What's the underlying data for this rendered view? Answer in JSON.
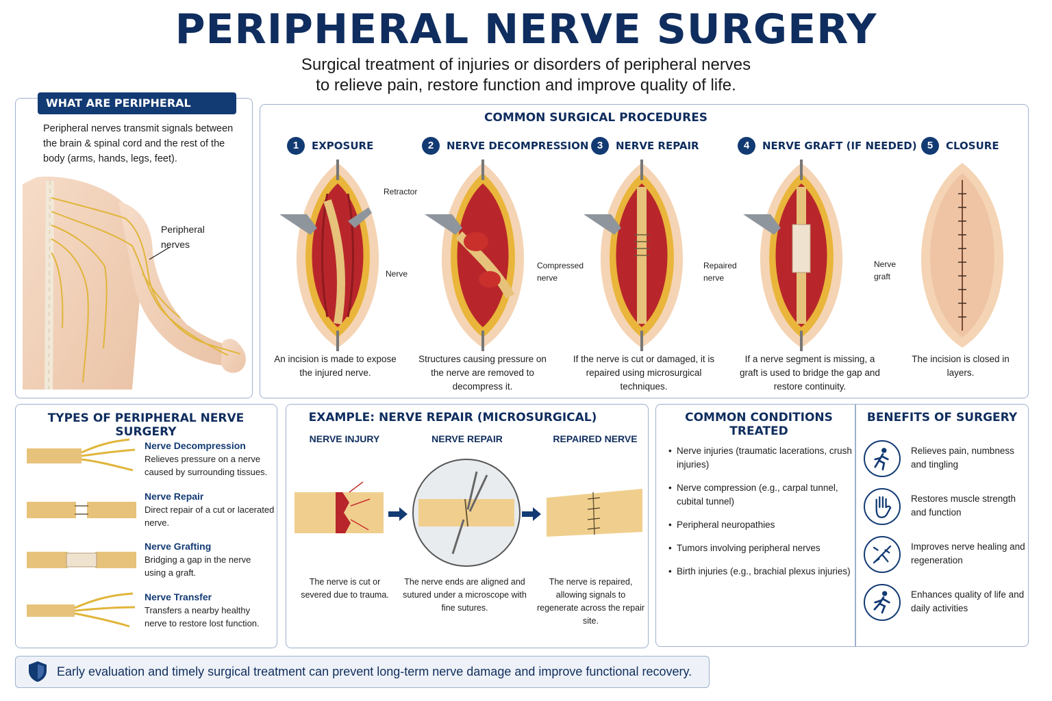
{
  "header": {
    "title": "PERIPHERAL NERVE SURGERY",
    "subtitle_line1": "Surgical treatment of injuries or disorders of peripheral nerves",
    "subtitle_line2": "to relieve pain, restore function and improve quality of life."
  },
  "what": {
    "heading": "WHAT ARE PERIPHERAL NERVES?",
    "text": "Peripheral nerves transmit signals between the brain & spinal cord and the rest of the body (arms, hands, legs, feet).",
    "callout_line1": "Peripheral",
    "callout_line2": "nerves"
  },
  "procedures": {
    "heading": "COMMON SURGICAL PROCEDURES",
    "steps": [
      {
        "num": "1",
        "label": "EXPOSURE",
        "desc": "An incision is made to expose the injured nerve."
      },
      {
        "num": "2",
        "label": "NERVE DECOMPRESSION",
        "desc": "Structures causing pressure on the nerve are removed to decompress it."
      },
      {
        "num": "3",
        "label": "NERVE REPAIR",
        "desc": "If the nerve is cut or damaged, it is repaired using microsurgical techniques."
      },
      {
        "num": "4",
        "label": "NERVE GRAFT (IF NEEDED)",
        "desc": "If a nerve segment is missing, a graft is used to bridge the gap and restore continuity."
      },
      {
        "num": "5",
        "label": "CLOSURE",
        "desc": "The incision is closed in layers."
      }
    ],
    "labels": {
      "retractor": "Retractor",
      "nerve": "Nerve",
      "compressed_1": "Compressed",
      "compressed_2": "nerve",
      "repaired_1": "Repaired",
      "repaired_2": "nerve",
      "graft_1": "Nerve",
      "graft_2": "graft"
    }
  },
  "types": {
    "heading": "TYPES OF PERIPHERAL NERVE SURGERY",
    "items": [
      {
        "name": "Nerve Decompression",
        "desc": "Relieves pressure on a nerve caused by surrounding tissues."
      },
      {
        "name": "Nerve Repair",
        "desc": "Direct repair of a cut or lacerated nerve."
      },
      {
        "name": "Nerve Grafting",
        "desc": "Bridging a gap in the nerve using a graft."
      },
      {
        "name": "Nerve Transfer",
        "desc": "Transfers a nearby healthy nerve to restore lost function."
      }
    ]
  },
  "example": {
    "heading": "EXAMPLE: NERVE REPAIR (MICROSURGICAL)",
    "stages": [
      {
        "label": "NERVE INJURY",
        "desc": "The nerve is cut or severed due to trauma."
      },
      {
        "label": "NERVE REPAIR",
        "desc": "The nerve ends are aligned and sutured under a microscope with fine sutures."
      },
      {
        "label": "REPAIRED NERVE",
        "desc": "The nerve is repaired, allowing signals to regenerate across the repair site."
      }
    ]
  },
  "conditions": {
    "heading": "COMMON CONDITIONS TREATED",
    "items": [
      "Nerve injuries (traumatic lacerations, crush injuries)",
      "Nerve compression (e.g., carpal tunnel, cubital tunnel)",
      "Peripheral neuropathies",
      "Tumors involving peripheral nerves",
      "Birth injuries (e.g., brachial plexus injuries)"
    ]
  },
  "benefits": {
    "heading": "BENEFITS OF SURGERY",
    "items": [
      {
        "icon": "running-person-icon",
        "text": "Relieves pain, numbness and tingling"
      },
      {
        "icon": "hand-icon",
        "text": "Restores muscle strength and function"
      },
      {
        "icon": "nerve-regeneration-icon",
        "text": "Improves nerve healing and regeneration"
      },
      {
        "icon": "running-person-icon",
        "text": "Enhances quality of life and daily activities"
      }
    ]
  },
  "footer": {
    "text": "Early evaluation and timely surgical treatment can prevent long-term nerve damage and improve functional recovery."
  },
  "colors": {
    "navy": "#0f2d5e",
    "panel_border": "#9db0cc",
    "nerve": "#e6c27a",
    "tissue_red": "#b8262b",
    "fat_yellow": "#e9b53a"
  }
}
